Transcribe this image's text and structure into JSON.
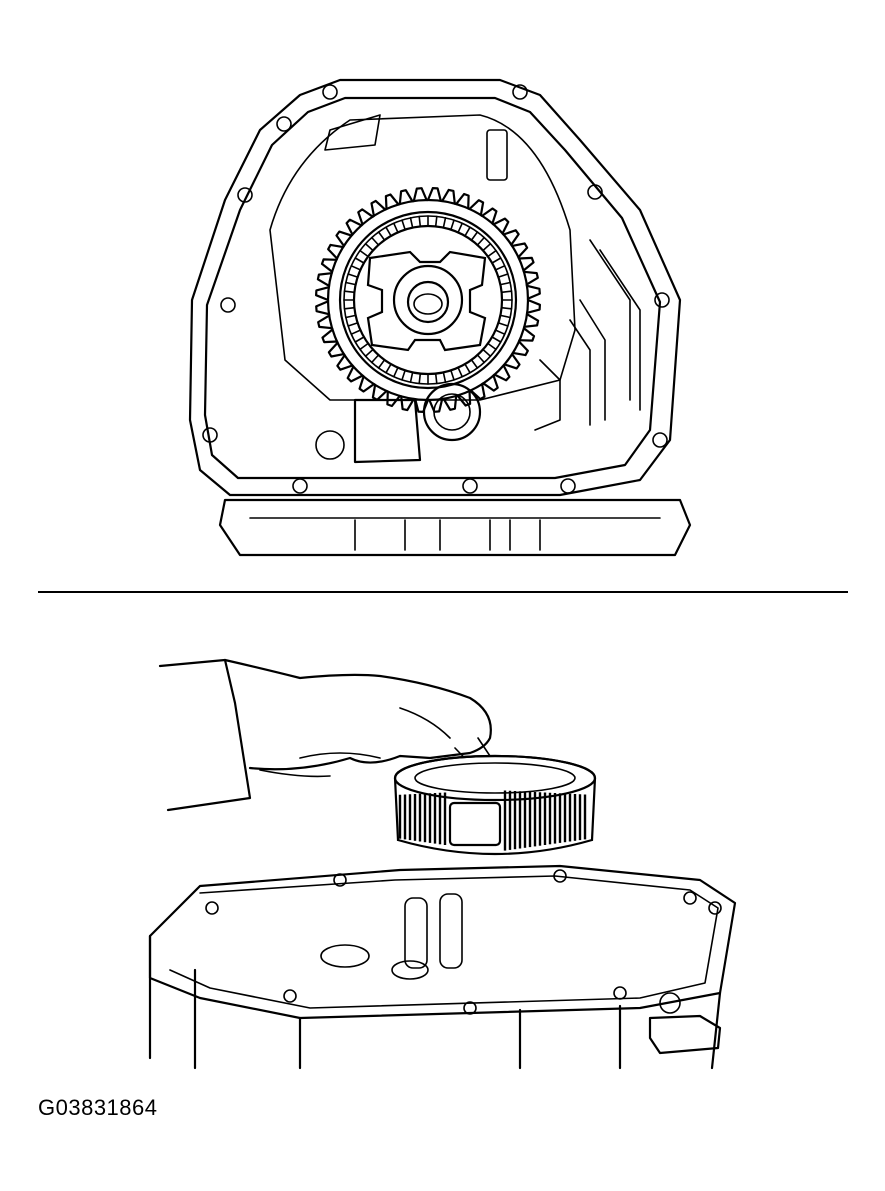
{
  "figure": {
    "id_code": "G03831864"
  },
  "panels": [
    {
      "name": "top",
      "subject": "case-with-gear"
    },
    {
      "name": "bottom",
      "subject": "hand-removing-gear"
    }
  ]
}
